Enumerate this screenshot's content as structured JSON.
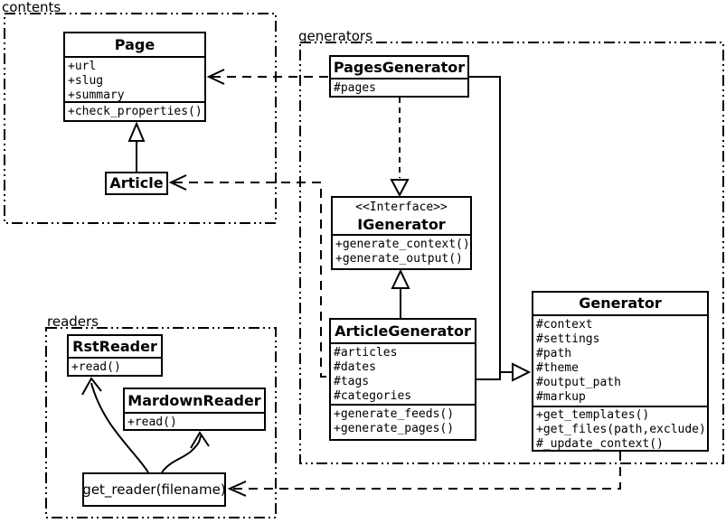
{
  "diagram": {
    "kind": "uml-class-diagram",
    "colors": {
      "ink": "#000000",
      "background": "#ffffff"
    }
  },
  "packages": {
    "contents": {
      "label": "contents",
      "classes": {
        "page": {
          "title": "Page",
          "attributes": [
            "+url",
            "+slug",
            "+summary"
          ],
          "methods": [
            "+check_properties()"
          ]
        },
        "article": {
          "title": "Article"
        }
      }
    },
    "generators": {
      "label": "generators",
      "classes": {
        "pages_generator": {
          "title": "PagesGenerator",
          "attributes": [
            "#pages"
          ]
        },
        "igenerator": {
          "stereotype": "<<Interface>>",
          "title": "IGenerator",
          "methods": [
            "+generate_context()",
            "+generate_output()"
          ]
        },
        "article_generator": {
          "title": "ArticleGenerator",
          "attributes": [
            "#articles",
            "#dates",
            "#tags",
            "#categories"
          ],
          "methods": [
            "+generate_feeds()",
            "+generate_pages()"
          ]
        },
        "generator": {
          "title": "Generator",
          "attributes": [
            "#context",
            "#settings",
            "#path",
            "#theme",
            "#output_path",
            "#markup"
          ],
          "methods": [
            "+get_templates()",
            "+get_files(path,exclude)",
            "#_update_context()"
          ]
        }
      }
    },
    "readers": {
      "label": "readers",
      "classes": {
        "rst_reader": {
          "title": "RstReader",
          "methods": [
            "+read()"
          ]
        },
        "mardown_reader": {
          "title": "MardownReader",
          "methods": [
            "+read()"
          ]
        },
        "get_reader": {
          "title": "get_reader(filename)"
        }
      }
    }
  },
  "relationships": [
    {
      "type": "inheritance",
      "from": "Article",
      "to": "Page"
    },
    {
      "type": "realization",
      "from": "PagesGenerator",
      "to": "IGenerator"
    },
    {
      "type": "inheritance",
      "from": "ArticleGenerator",
      "to": "IGenerator"
    },
    {
      "type": "inheritance",
      "from": "PagesGenerator",
      "to": "Generator"
    },
    {
      "type": "inheritance",
      "from": "ArticleGenerator",
      "to": "Generator"
    },
    {
      "type": "dependency",
      "from": "PagesGenerator",
      "to": "Page"
    },
    {
      "type": "dependency",
      "from": "ArticleGenerator",
      "to": "Article"
    },
    {
      "type": "dependency",
      "from": "Generator",
      "to": "get_reader(filename)"
    },
    {
      "type": "dependency",
      "from": "get_reader(filename)",
      "to": "RstReader"
    },
    {
      "type": "dependency",
      "from": "get_reader(filename)",
      "to": "MardownReader"
    }
  ]
}
